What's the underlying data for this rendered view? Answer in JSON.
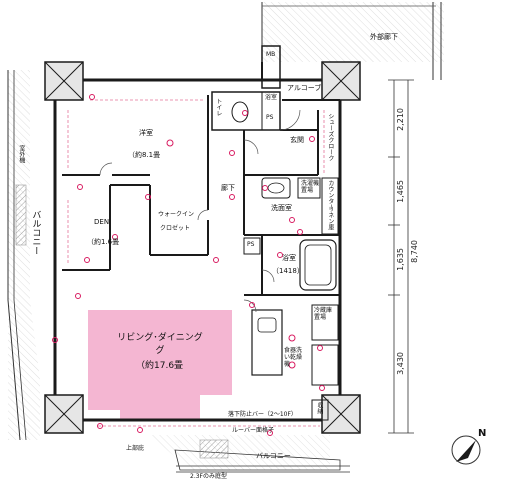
{
  "labels": {
    "outer_corridor": "外部廊下",
    "mb": "MB",
    "alcove": "アルコーブ",
    "bath_tag": "浴室",
    "ps1": "PS",
    "toilet": "トイレ",
    "entrance": "玄関",
    "shoes_cloak": "シューズクローク",
    "western_room_name": "洋室",
    "western_room_size": "（約8.1畳",
    "hallway": "廊下",
    "washer_area": "洗濯機置場",
    "counter": "カウンター",
    "linen_storage": "リネン庫",
    "washroom": "洗面室",
    "walkin_closet_name": "ウォークイン",
    "walkin_closet_sub": "クロゼット",
    "den_name": "DEN",
    "den_size": "（約1.6畳",
    "ps2": "PS",
    "bathroom_name": "浴室",
    "bathroom_size": "（1418）",
    "balcony_left": "バルコニー",
    "ac_unit": "室外機",
    "living_name": "リビング･ダイニング",
    "living_name2": "グ",
    "living_size": "（約17.6畳",
    "fridge": "冷蔵庫置場",
    "dishwasher": "食器洗い乾燥機",
    "storage": "収納",
    "fall_guard": "落下防止バー（2～10F）",
    "louver": "ルーバー面格子",
    "upper_floor": "上部庇",
    "balcony_bottom": "バルコニー",
    "balcony_note": "2.3Fのみ庭型"
  },
  "dimensions": {
    "d1": "2,210",
    "d2": "1,465",
    "d3": "1,635",
    "d4": "8,740",
    "d5": "3,430"
  },
  "compass": {
    "letter": "N"
  },
  "colors": {
    "living_fill": "#f4b6d2",
    "wall": "#1a1a1a",
    "marker": "#d81b60",
    "hatch": "#9e9e9e"
  }
}
